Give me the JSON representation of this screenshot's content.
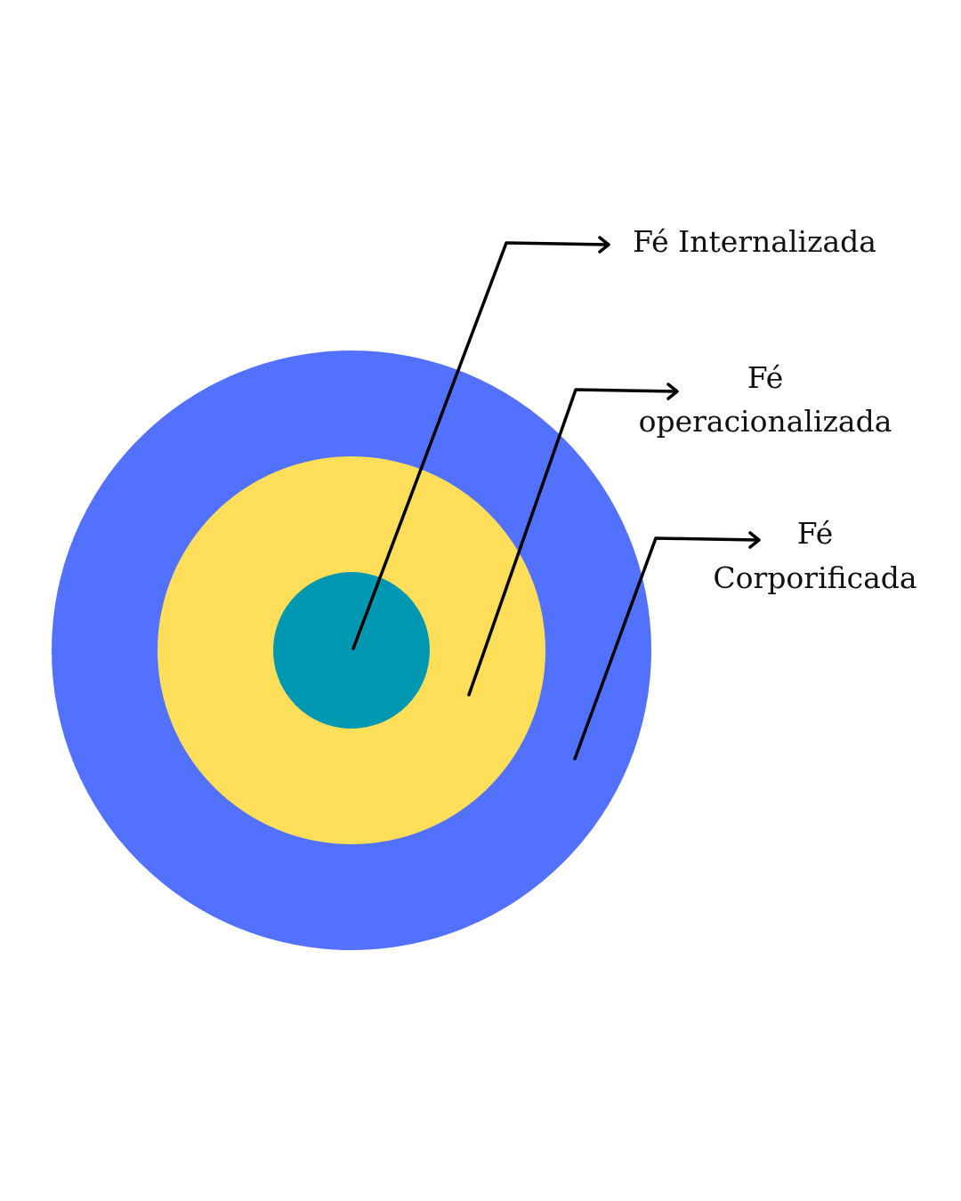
{
  "colors": {
    "background": "#ffffff",
    "outer_ring": "#5271ff",
    "middle_ring": "#ffde59",
    "inner_core": "#0097b2",
    "line": "#000000"
  },
  "layers": [
    {
      "name": "inner_core",
      "color": "#0097b2"
    },
    {
      "name": "middle_ring",
      "color": "#ffde59"
    },
    {
      "name": "outer_ring",
      "color": "#5271ff"
    }
  ],
  "labels": {
    "internalizada": {
      "line1": "Fé Internalizada"
    },
    "operacionalizada": {
      "line1": "Fé",
      "line2": "operacionalizada"
    },
    "corporificada": {
      "line1": "Fé",
      "line2": "Corporificada"
    }
  }
}
